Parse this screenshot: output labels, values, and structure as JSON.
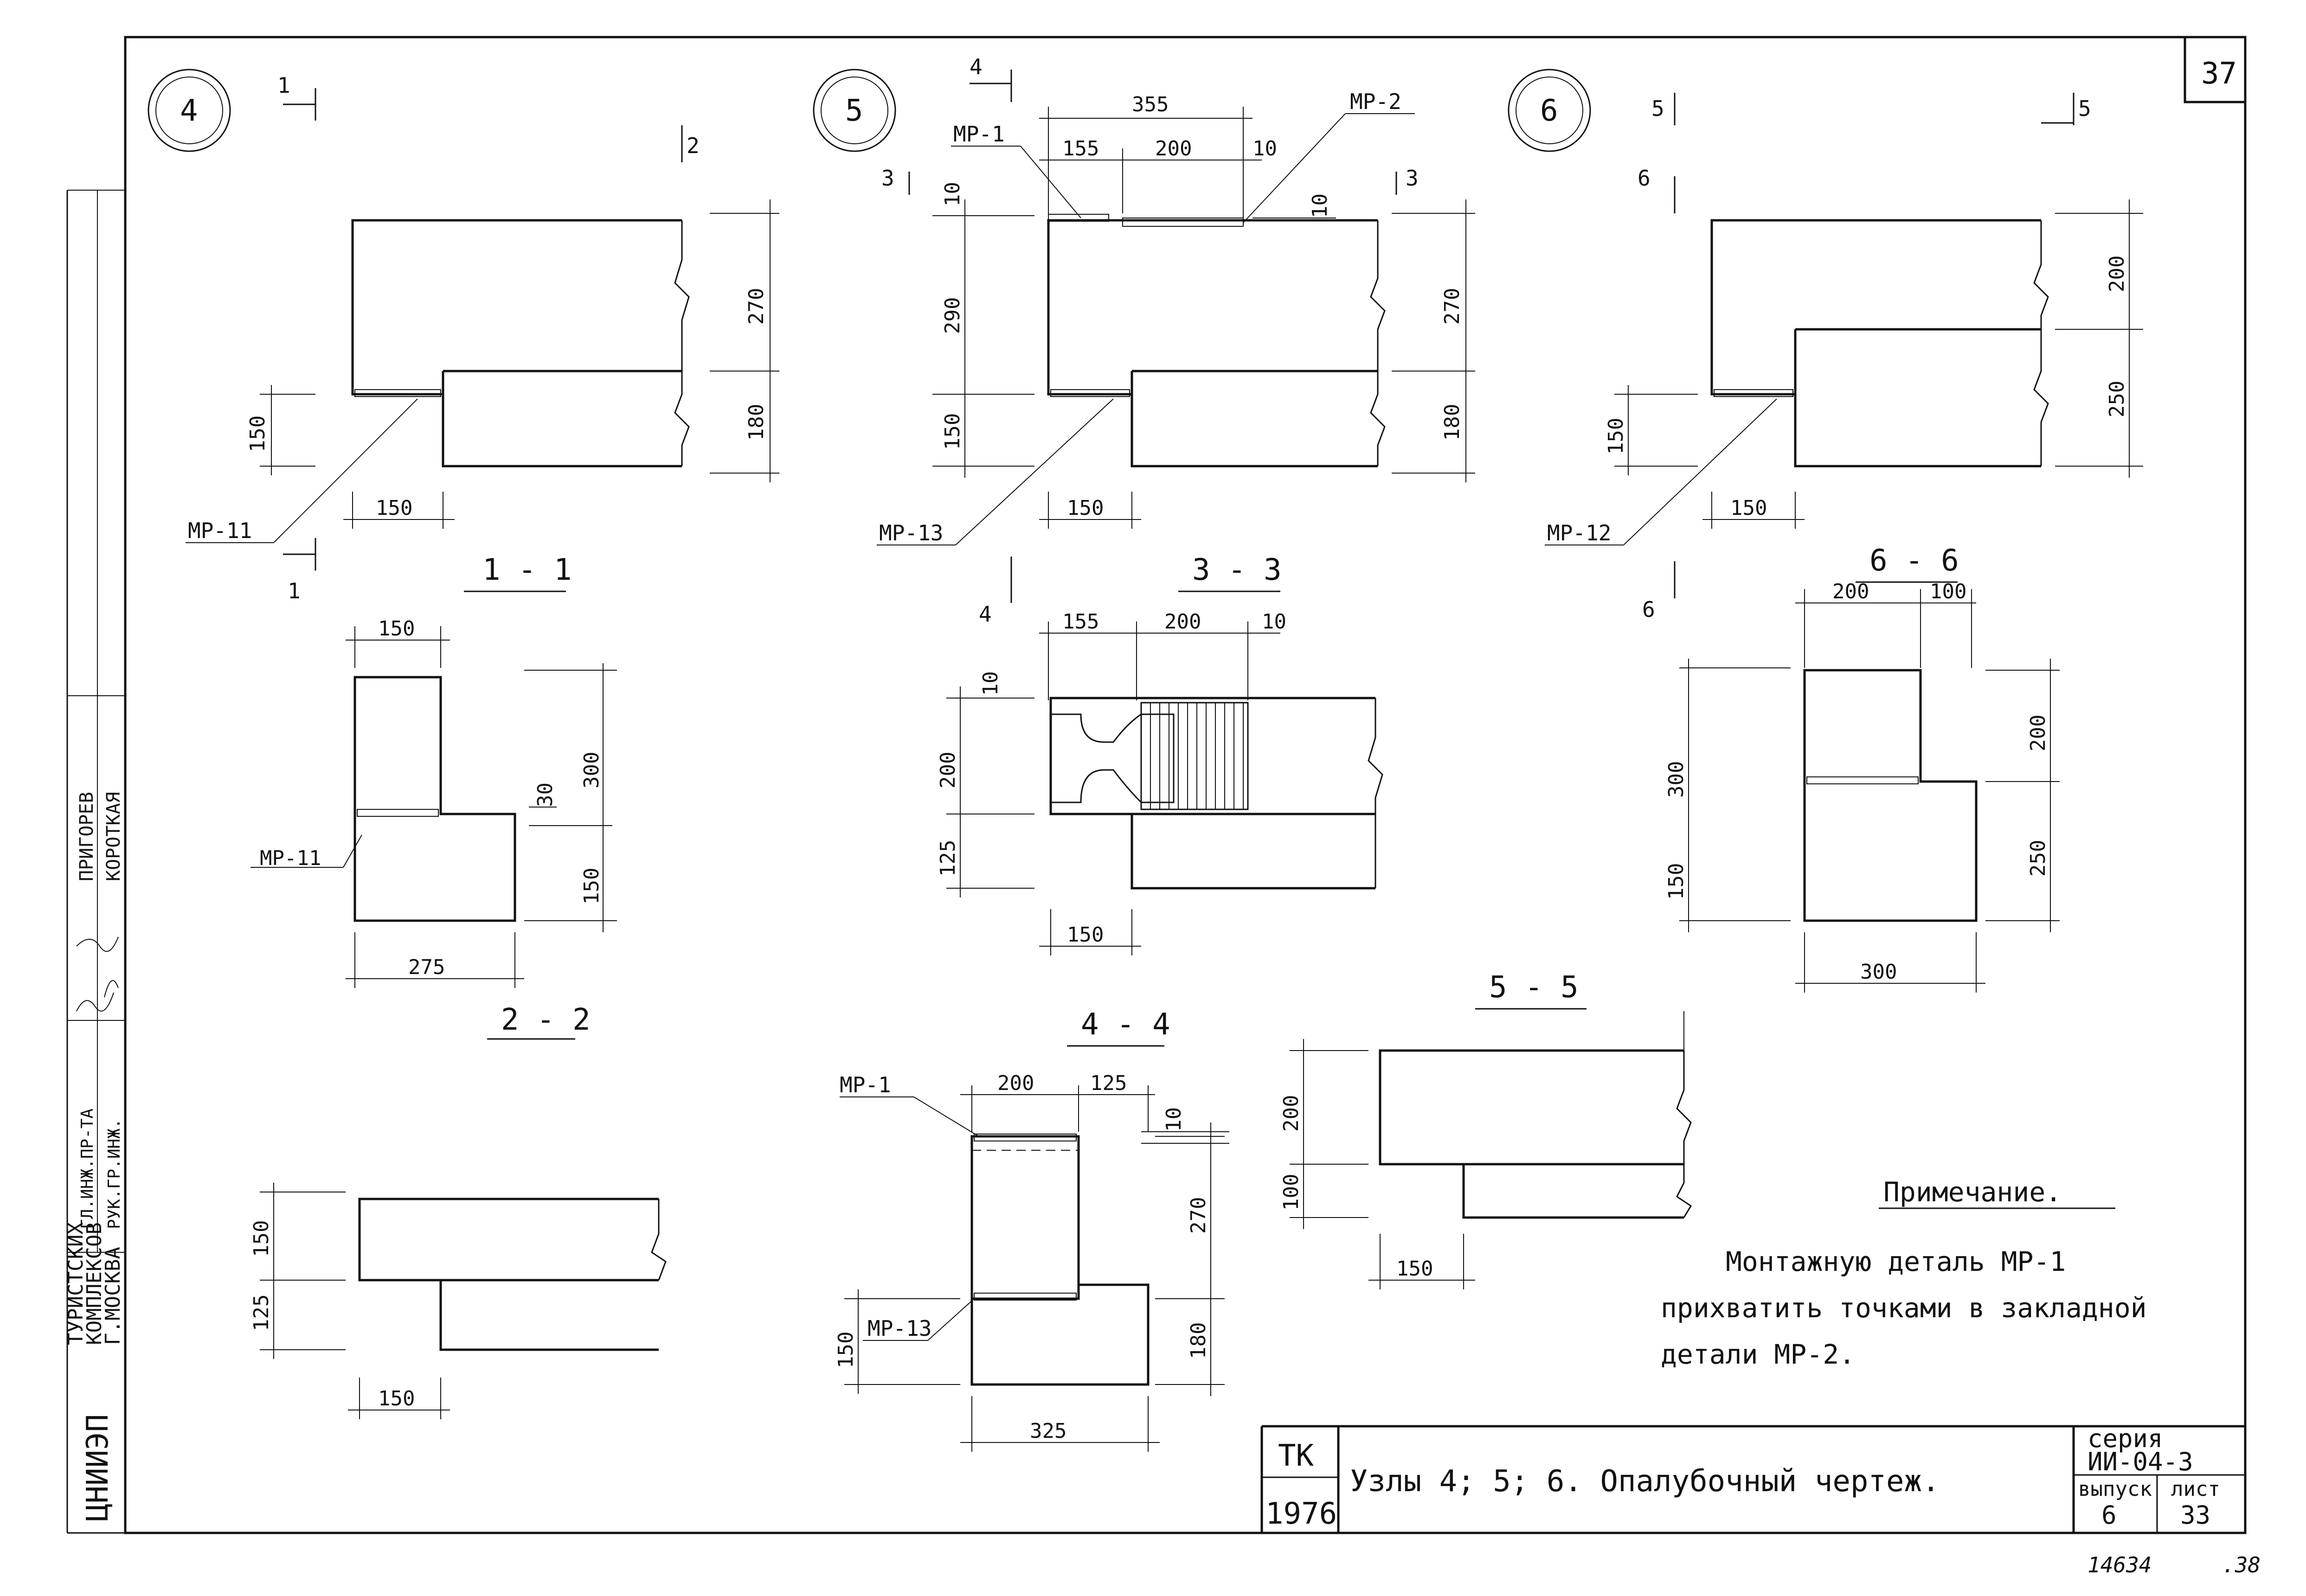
{
  "sheet": {
    "corner_number": "37",
    "stamp_number": "14634",
    "stamp_suffix": ".38"
  },
  "left_strip": {
    "institute": "ЦНИИЭП",
    "institute_detail": [
      "ТУРИСТСКИХ",
      "КОМПЛЕКСОВ",
      "Г.МОСКВА"
    ],
    "roles": [
      "ГЛ.ИНЖ.ПР-ТА",
      "РУК.ГР.ИНЖ."
    ],
    "names": [
      "ПРИГОРЕВ",
      "КОРОТКАЯ"
    ]
  },
  "nodes": [
    {
      "id": "4"
    },
    {
      "id": "5"
    },
    {
      "id": "6"
    }
  ],
  "cuts": {
    "c1": "1",
    "c2": "2",
    "c3": "3",
    "c4": "4",
    "c5": "5",
    "c6": "6"
  },
  "sections": {
    "s11": "1 - 1",
    "s22": "2 - 2",
    "s33": "3 - 3",
    "s44": "4 - 4",
    "s55": "5 - 5",
    "s66": "6 - 6"
  },
  "parts": {
    "mp1": "МР-1",
    "mp2": "МР-2",
    "mp11": "МР-11",
    "mp12": "МР-12",
    "mp13": "МР-13"
  },
  "dims": {
    "d10": "10",
    "d30": "30",
    "d100": "100",
    "d125": "125",
    "d150": "150",
    "d155": "155",
    "d180": "180",
    "d200": "200",
    "d250": "250",
    "d270": "270",
    "d275": "275",
    "d290": "290",
    "d300": "300",
    "d325": "325",
    "d355": "355"
  },
  "note": {
    "title": "Примечание.",
    "lines": [
      "Монтажную деталь МР-1",
      "прихватить точками в закладной",
      "детали МР-2."
    ]
  },
  "title_block": {
    "tk": "ТК",
    "year": "1976",
    "title": "Узлы 4; 5; 6.   Опалубочный чертеж.",
    "series_label": "серия",
    "series_value": "ИИ-04-3",
    "issue_label": "выпуск",
    "issue_value": "6",
    "sheet_label": "лист",
    "sheet_value": "33"
  }
}
